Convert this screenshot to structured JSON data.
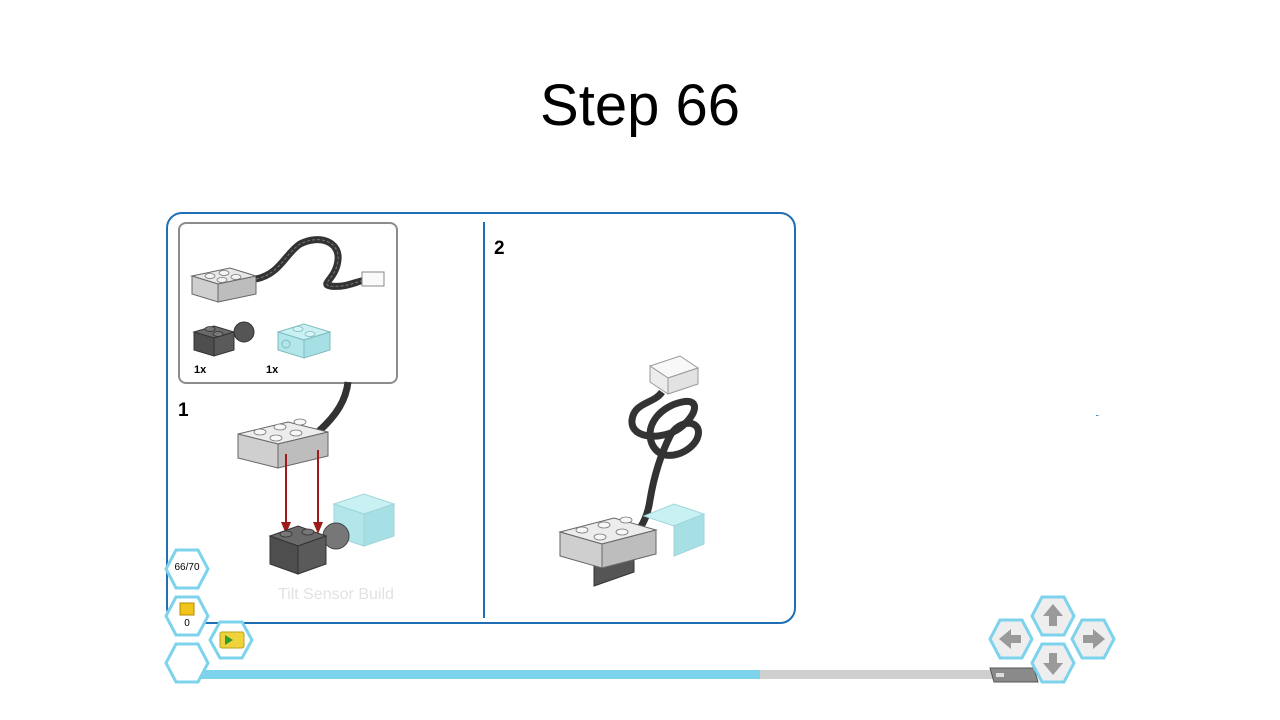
{
  "page": {
    "title": "Step 66"
  },
  "instruction": {
    "substep_1": "1",
    "substep_2": "2",
    "parts": [
      {
        "qty": "1x",
        "icon": "dark-grey-brick-with-ball-icon"
      },
      {
        "qty": "1x",
        "icon": "transparent-blue-brick-icon"
      }
    ],
    "faded_text": "Tilt Sensor Build"
  },
  "nav": {
    "page_counter": "66/70",
    "count_badge": "0",
    "progress": 0.7
  },
  "colors": {
    "panel_border": "#1f6fb5",
    "hex_border": "#7dd3ec",
    "progress_fill": "#7dd3ec",
    "progress_track": "#cfcfcf",
    "arrow_red": "#9e1b1b"
  }
}
